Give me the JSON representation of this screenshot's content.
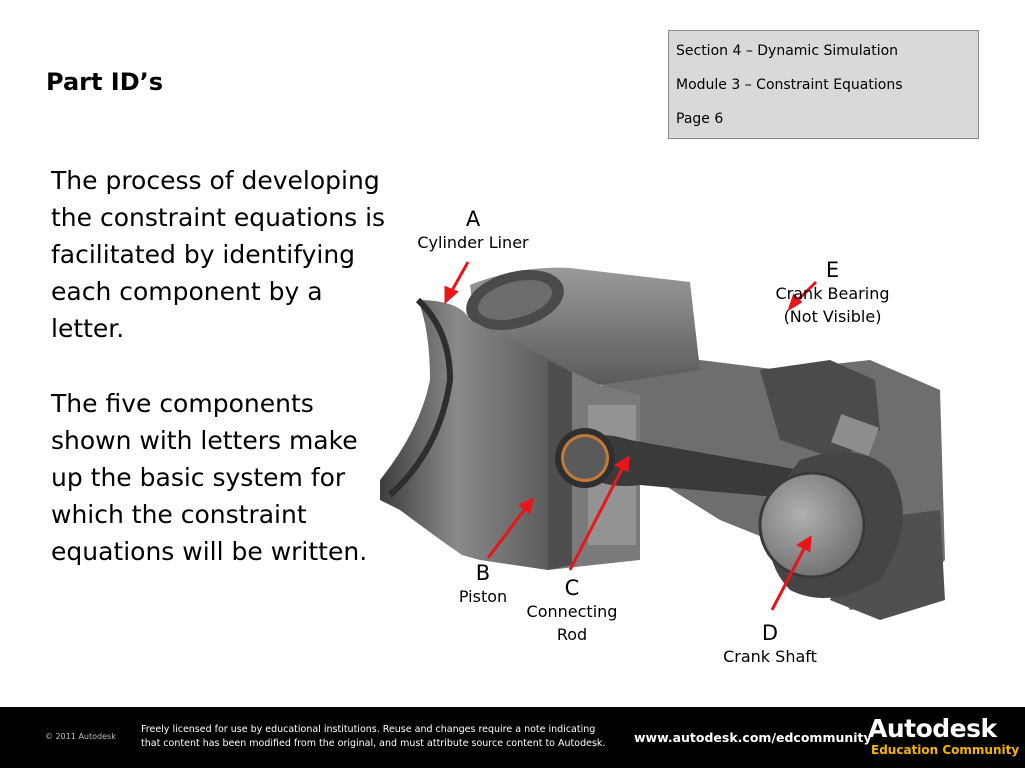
{
  "title": "Part ID’s",
  "info": {
    "section": "Section 4 – Dynamic Simulation",
    "module": "Module 3 – Constraint Equations",
    "page": "Page 6"
  },
  "paragraphs": [
    "The process of developing the constraint equations is facilitated by identifying each component by a letter.",
    "The five components shown with letters make up the basic system for which the constraint equations will be written."
  ],
  "labels": {
    "a": {
      "letter": "A",
      "name": "Cylinder Liner"
    },
    "b": {
      "letter": "B",
      "name": "Piston"
    },
    "c": {
      "letter": "C",
      "name1": "Connecting",
      "name2": "Rod"
    },
    "d": {
      "letter": "D",
      "name": "Crank Shaft"
    },
    "e": {
      "letter": "E",
      "name1": "Crank Bearing",
      "name2": "(Not Visible)"
    }
  },
  "footer": {
    "copyright": "© 2011 Autodesk",
    "license_line1": "Freely licensed for use by educational institutions. Reuse and changes require a note indicating",
    "license_line2": "that content has been modified from the original, and must attribute source content to Autodesk.",
    "url": "www.autodesk.com/edcommunity",
    "brand": "Autodesk",
    "brand_sub": "Education Community"
  },
  "colors": {
    "info_box_bg": "#d9d9d9",
    "arrow": "#e8151b",
    "footer_bg": "#000000",
    "brand_sub": "#f2b600"
  }
}
